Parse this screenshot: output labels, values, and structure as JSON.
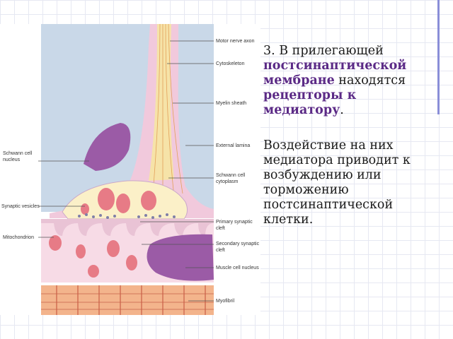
{
  "figure": {
    "labels_right": {
      "motor_nerve_axon": "Motor nerve axon",
      "cytoskeleton": "Cytoskeleton",
      "myelin_sheath": "Myelin sheath",
      "external_lamina": "External lamina",
      "schwann_cell_cytoplasm_1": "Schwann cell",
      "schwann_cell_cytoplasm_2": "cytoplasm",
      "primary_synaptic_cleft_1": "Primary synaptic",
      "primary_synaptic_cleft_2": "cleft",
      "secondary_synaptic_cleft_1": "Secondary synaptic",
      "secondary_synaptic_cleft_2": "cleft",
      "muscle_cell_nucleus": "Muscle cell nucleus",
      "myofibril": "Myofibril"
    },
    "labels_left": {
      "schwann_cell_nucleus_1": "Schwann cell",
      "schwann_cell_nucleus_2": "nucleus",
      "synaptic_vesicles": "Synaptic vesicles",
      "mitochondrion": "Mitochondrion"
    }
  },
  "text": {
    "p1_prefix": "3. В прилегающей ",
    "p1_em1": "постсинаптической мембране",
    "p1_mid": " находятся ",
    "p1_em2": "рецепторы к медиатору",
    "p1_end": ".",
    "p2": "Воздействие на них медиатора приводит к возбуждению или торможению постсинаптической клетки."
  },
  "colors": {
    "emphasis": "#5b2a86",
    "accent_line": "#8a8ed8"
  }
}
